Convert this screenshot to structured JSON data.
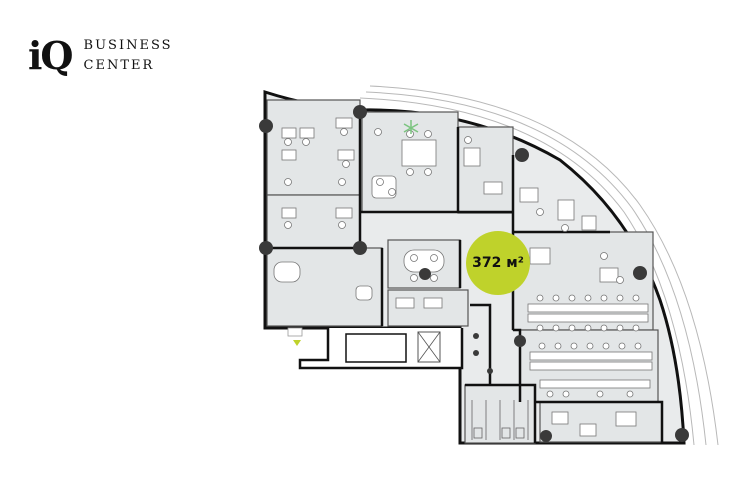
{
  "logo": {
    "mark": "iQ",
    "line1": "BUSINESS",
    "line2": "CENTER"
  },
  "selected_office": {
    "area_label": "372 м²",
    "highlight_color": "#bfd22b"
  },
  "colors": {
    "wall": "#111111",
    "floor": "#e9ebec",
    "selected_floor": "#dfe2e3",
    "column": "#3a3a3a",
    "outline": "#9a9a9a"
  },
  "icons": [
    "plant-icon",
    "entrance-arrow-icon",
    "elevator-icon"
  ]
}
